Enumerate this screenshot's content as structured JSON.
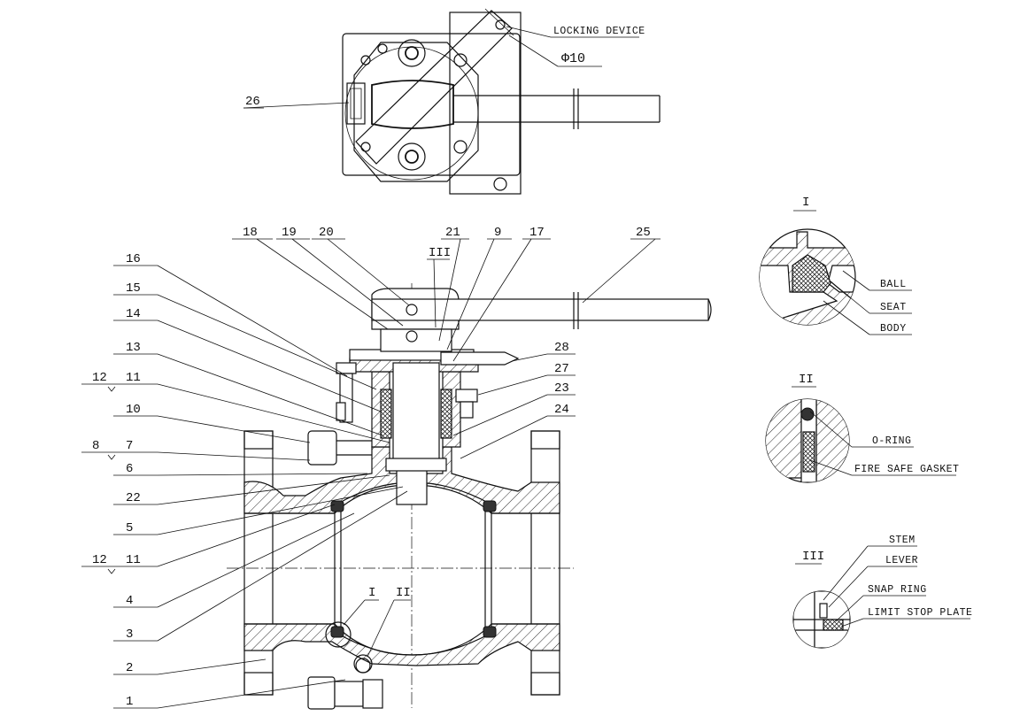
{
  "callouts": {
    "p1": "1",
    "p2": "2",
    "p3": "3",
    "p4": "4",
    "p5": "5",
    "p6": "6",
    "p7": "7",
    "p8": "8",
    "p9": "9",
    "p10": "10",
    "p11a": "11",
    "p12a": "12",
    "p11b": "11",
    "p12b": "12",
    "p13": "13",
    "p14": "14",
    "p15": "15",
    "p16": "16",
    "p17": "17",
    "p18": "18",
    "p19": "19",
    "p20": "20",
    "p21": "21",
    "p22": "22",
    "p23": "23",
    "p24": "24",
    "p25": "25",
    "p26": "26",
    "p27": "27",
    "p28": "28",
    "detail_I": "I",
    "detail_II": "II",
    "detail_III": "III"
  },
  "top_view": {
    "locking_device": "LOCKING DEVICE",
    "diameter": "Φ10"
  },
  "detail_I": {
    "title": "I",
    "labels": [
      "BALL",
      "SEAT",
      "BODY"
    ]
  },
  "detail_II": {
    "title": "II",
    "labels": [
      "O-RING",
      "FIRE SAFE GASKET"
    ]
  },
  "detail_III": {
    "title": "III",
    "labels": [
      "STEM",
      "LEVER",
      "SNAP RING",
      "LIMIT STOP PLATE"
    ]
  }
}
